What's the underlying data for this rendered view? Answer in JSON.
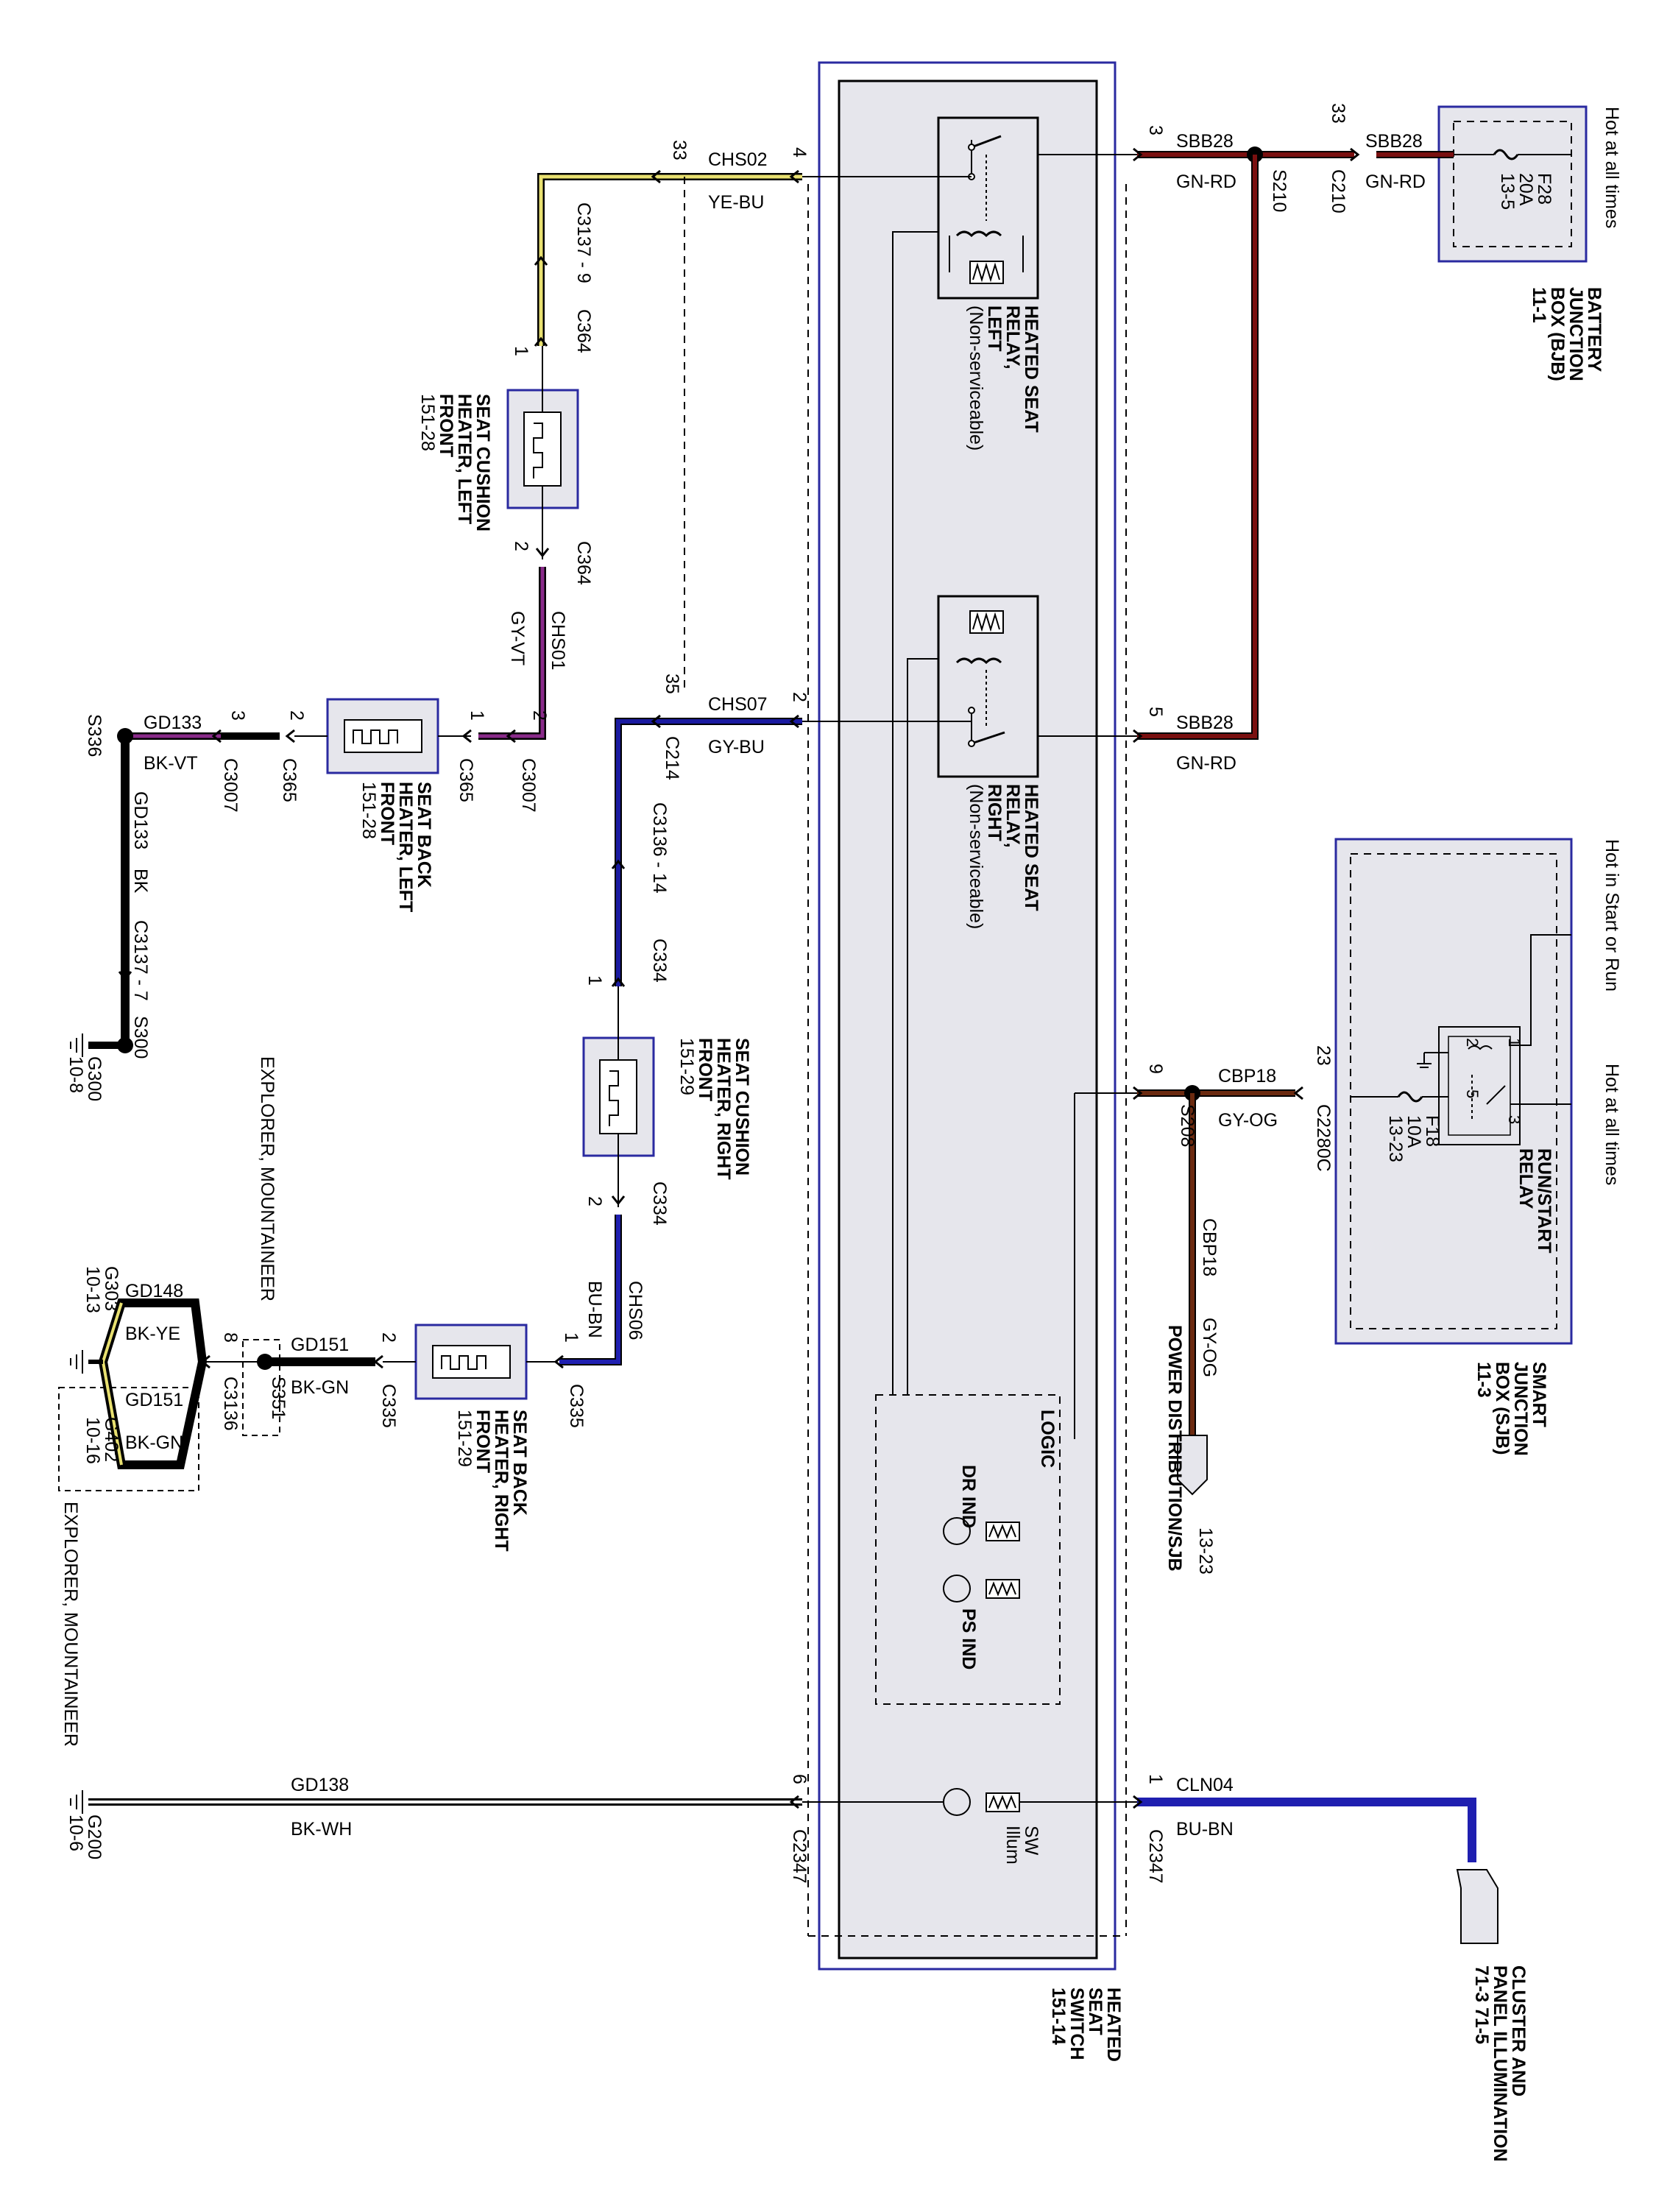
{
  "colors": {
    "black": "#000000",
    "green_red": "#7a1010",
    "yellow_blue": "#e8e070",
    "grey_violet": "#8a2b8a",
    "grey_blue": "#1a1aa0",
    "blue_brown": "#1f1fb0",
    "grey_orange": "#6b2a10",
    "box_fill": "#e6e6ec",
    "box_border": "#2a2aa0"
  },
  "labels": {
    "hot_all_times_1": "Hot at all times",
    "hot_all_times_2": "Hot at all times",
    "hot_start_run": "Hot in Start or Run",
    "bjb_l1": "BATTERY",
    "bjb_l2": "JUNCTION",
    "bjb_l3": "BOX (BJB)",
    "bjb_l4": "11-1",
    "f28_l1": "F28",
    "f28_l2": "20A",
    "f28_l3": "13-5",
    "sjb_l1": "SMART",
    "sjb_l2": "JUNCTION",
    "sjb_l3": "BOX (SJB)",
    "sjb_l4": "11-3",
    "f18_l1": "F18",
    "f18_l2": "10A",
    "f18_l3": "13-23",
    "runstart_l1": "RUN/START",
    "runstart_l2": "RELAY",
    "pd_label": "POWER DISTRIBUTION/SJB",
    "pd_ref": "13-23",
    "cluster_l1": "CLUSTER AND",
    "cluster_l2": "PANEL ILLUMINATION",
    "cluster_l3": "71-3   71-5",
    "switch_l1": "HEATED",
    "switch_l2": "SEAT",
    "switch_l3": "SWITCH",
    "switch_l4": "151-14",
    "relay_left_l1": "HEATED SEAT",
    "relay_left_l2": "RELAY,",
    "relay_left_l3": "LEFT",
    "relay_left_l4": "(Non-serviceable)",
    "relay_right_l1": "HEATED SEAT",
    "relay_right_l2": "RELAY,",
    "relay_right_l3": "RIGHT",
    "relay_right_l4": "(Non-serviceable)",
    "logic": "LOGIC",
    "dr_ind": "DR IND",
    "ps_ind": "PS IND",
    "sw_illum_l1": "SW",
    "sw_illum_l2": "Illum",
    "scl_l1": "SEAT CUSHION",
    "scl_l2": "HEATER, LEFT",
    "scl_l3": "FRONT",
    "scl_l4": "151-28",
    "sbl_l1": "SEAT BACK",
    "sbl_l2": "HEATER, LEFT",
    "sbl_l3": "FRONT",
    "sbl_l4": "151-28",
    "scr_l1": "SEAT CUSHION",
    "scr_l2": "HEATER, RIGHT",
    "scr_l3": "FRONT",
    "scr_l4": "151-29",
    "sbr_l1": "SEAT BACK",
    "sbr_l2": "HEATER, RIGHT",
    "sbr_l3": "FRONT",
    "sbr_l4": "151-29",
    "explorer_1": "EXPLORER, MOUNTAINEER",
    "explorer_2": "EXPLORER, MOUNTAINEER"
  },
  "wires": {
    "sbb28_a": "SBB28",
    "gnrd_a": "GN-RD",
    "sbb28_b": "SBB28",
    "gnrd_b": "GN-RD",
    "sbb28_c": "SBB28",
    "gnrd_c": "GN-RD",
    "chs02": "CHS02",
    "yebu": "YE-BU",
    "chs01": "CHS01",
    "gyvt": "GY-VT",
    "chs07": "CHS07",
    "gybu": "GY-BU",
    "chs06": "CHS06",
    "bubn": "BU-BN",
    "gd133_a": "GD133",
    "bkvt": "BK-VT",
    "gd133_b": "GD133",
    "bk": "BK",
    "gd151_a": "GD151",
    "bkgn_a": "BK-GN",
    "gd148": "GD148",
    "bkye": "BK-YE",
    "gd151_b": "GD151",
    "bkgn_b": "BK-GN",
    "gd138": "GD138",
    "bkwh": "BK-WH",
    "cln04": "CLN04",
    "bubn_2": "BU-BN",
    "cbp18_a": "CBP18",
    "gyog_a": "GY-OG",
    "cbp18_b": "CBP18",
    "gyog_b": "GY-OG"
  },
  "connectors": {
    "c210": "C210",
    "c210_pin": "33",
    "s210": "S210",
    "sw_pin3": "3",
    "sw_pin4": "4",
    "sw_pin2": "2",
    "sw_pin5": "5",
    "sw_pin9": "9",
    "sw_pin1": "1",
    "sw_pin6": "6",
    "c2347_r": "C2347",
    "c2347_l": "C2347",
    "c3137_9": "C3137 - 9",
    "c3137_pin33": "33",
    "c364_a": "C364",
    "c364_a_pin": "1",
    "c364_b": "C364",
    "c364_b_pin": "2",
    "c3007_a": "C3007",
    "c3007_a_pin": "2",
    "c365_a": "C365",
    "c365_a_pin": "1",
    "c365_b": "C365",
    "c365_b_pin": "2",
    "c3007_b": "C3007",
    "c3007_b_pin": "3",
    "s336": "S336",
    "c3137_7": "C3137 - 7",
    "s300": "S300",
    "g300": "G300",
    "g300_ref": "10-8",
    "c214": "C214",
    "c214_pin": "35",
    "c3136_14": "C3136 - 14",
    "c334_a": "C334",
    "c334_a_pin": "1",
    "c334_b": "C334",
    "c334_b_pin": "2",
    "c335_a": "C335",
    "c335_a_pin": "1",
    "c335_b": "C335",
    "c335_b_pin": "2",
    "s351": "S351",
    "c3136": "C3136",
    "c3136_pin": "8",
    "g303": "G303",
    "g303_ref": "10-13",
    "g402": "G402",
    "g402_ref": "10-16",
    "g200": "G200",
    "g200_ref": "10-6",
    "c2280c": "C2280C",
    "c2280c_pin": "23",
    "s208": "S208",
    "rs_1": "1",
    "rs_2": "2",
    "rs_3": "3",
    "rs_5": "5"
  }
}
